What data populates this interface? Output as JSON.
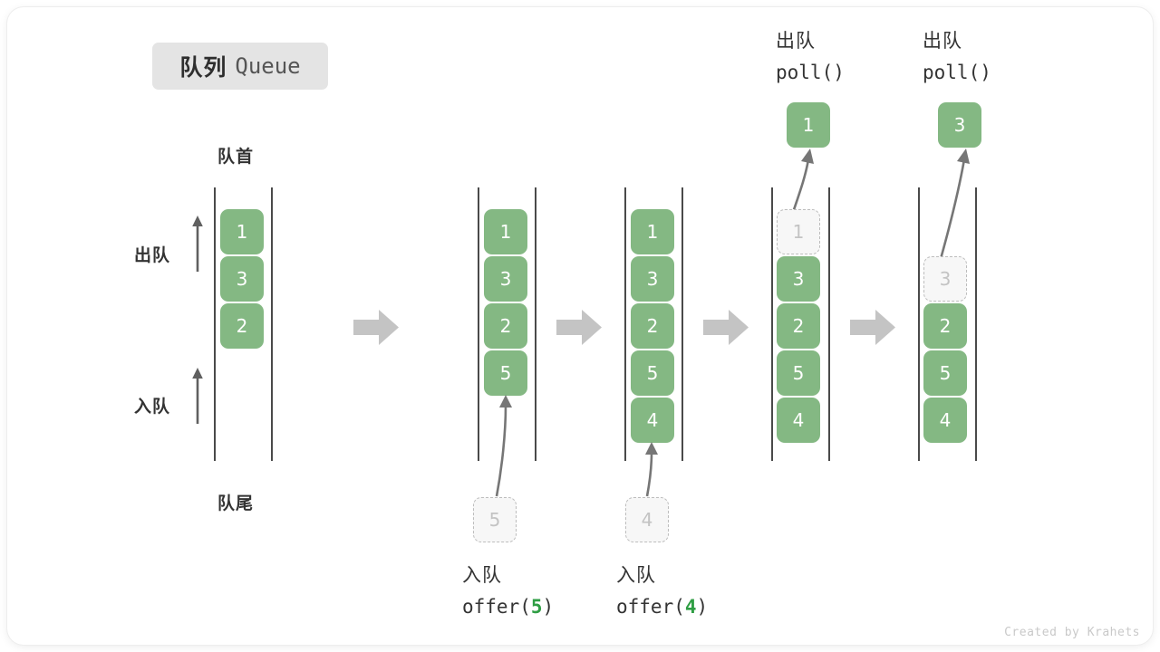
{
  "title": {
    "cn": "队列",
    "en": "Queue"
  },
  "labels": {
    "head": "队首",
    "tail": "队尾",
    "dequeue": "出队",
    "enqueue": "入队"
  },
  "credit": "Created by Krahets",
  "colors": {
    "cell_green": "#84b883",
    "ghost_fill": "#f7f7f7",
    "ghost_border": "#bdbdbd",
    "rail": "#4a4a4a",
    "big_arrow": "#c4c4c4",
    "text": "#333333",
    "accent_green": "#2f9e44",
    "badge_bg": "#e4e4e4"
  },
  "columns": [
    {
      "id": "initial",
      "cells": [
        "1",
        "3",
        "2"
      ],
      "side_labels": {
        "dequeue": "出队",
        "enqueue": "入队"
      },
      "top_label": "队首",
      "bottom_label": "队尾"
    },
    {
      "id": "offer-5",
      "cells": [
        "1",
        "3",
        "2",
        "5"
      ],
      "incoming_value": "5",
      "op_cn": "入队",
      "op_code_prefix": "offer(",
      "op_code_arg": "5",
      "op_code_suffix": ")"
    },
    {
      "id": "offer-4",
      "cells": [
        "1",
        "3",
        "2",
        "5",
        "4"
      ],
      "incoming_value": "4",
      "op_cn": "入队",
      "op_code_prefix": "offer(",
      "op_code_arg": "4",
      "op_code_suffix": ")"
    },
    {
      "id": "poll-1",
      "cells": [
        "3",
        "2",
        "5",
        "4"
      ],
      "ghost_value": "1",
      "popped_value": "1",
      "op_cn": "出队",
      "op_code": "poll()"
    },
    {
      "id": "poll-3",
      "cells": [
        "2",
        "5",
        "4"
      ],
      "ghost_value": "3",
      "popped_value": "3",
      "op_cn": "出队",
      "op_code": "poll()"
    }
  ]
}
